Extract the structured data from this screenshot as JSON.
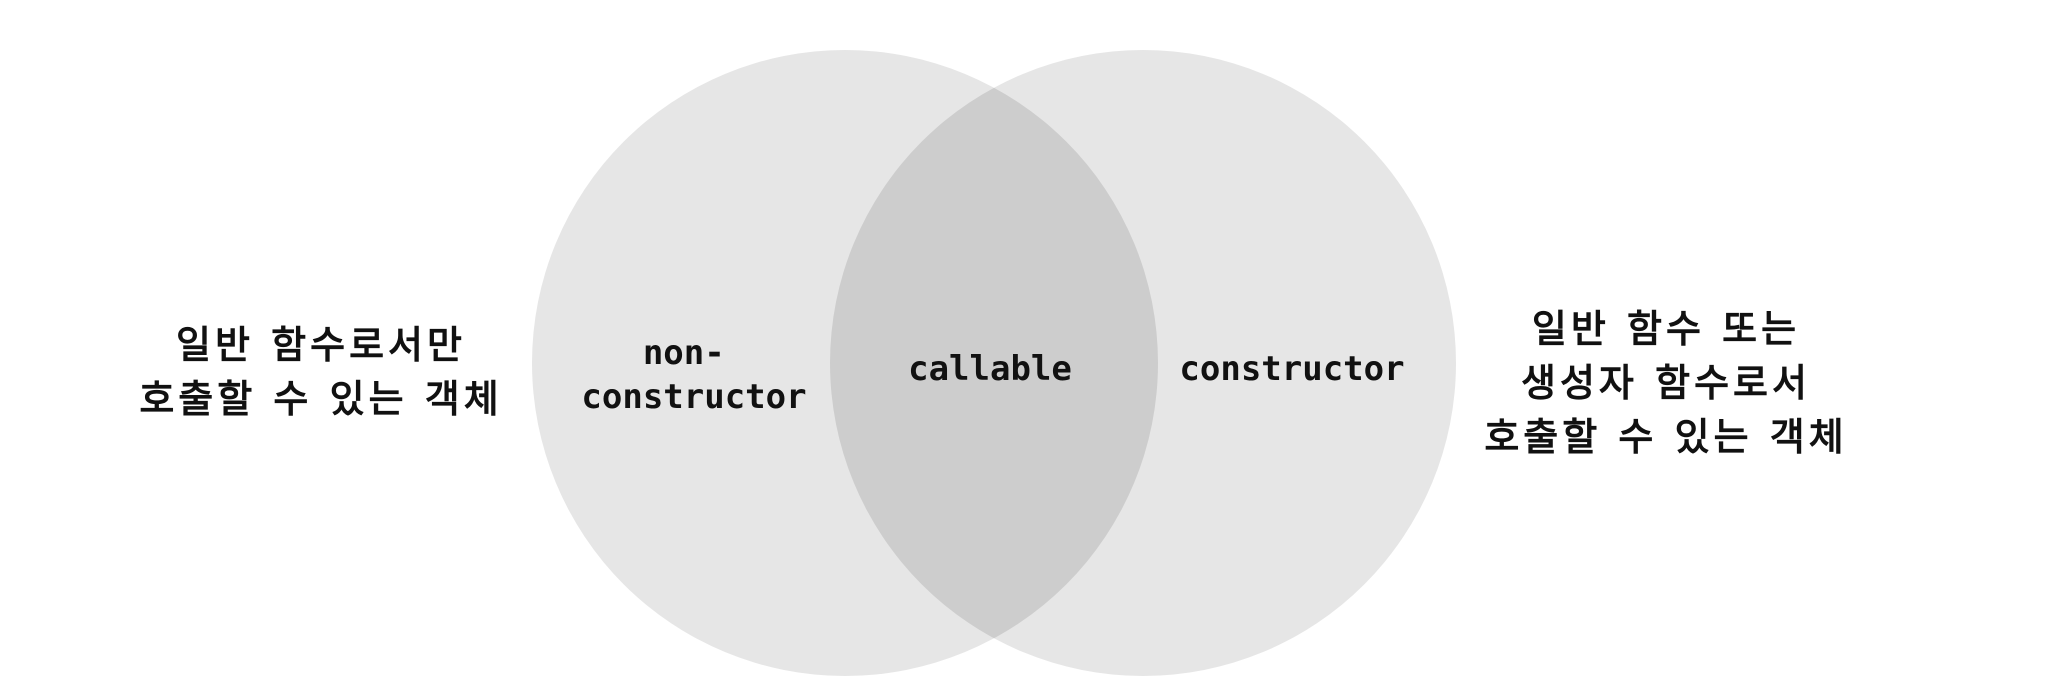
{
  "diagram": {
    "type": "venn",
    "sets": [
      {
        "label_lines": [
          "non-",
          "constructor"
        ]
      },
      {
        "label_lines": [
          "constructor"
        ]
      }
    ],
    "intersection": {
      "label": "callable"
    },
    "left_description": [
      "일반 함수로서만",
      "호출할 수 있는 객체"
    ],
    "right_description": [
      "일반 함수 또는",
      "생성자 함수로서",
      "호출할 수 있는 객체"
    ],
    "colors": {
      "circle_fill": "#e6e6e6",
      "overlap_fill": "#cdcdcd",
      "text": "#111111",
      "background": "#ffffff"
    }
  }
}
